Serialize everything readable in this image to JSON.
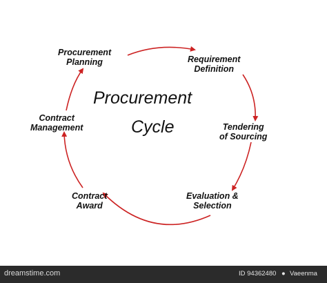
{
  "diagram": {
    "title_line1": "Procurement",
    "title_line2": "Cycle",
    "arrow_color": "#cc2222",
    "steps": [
      {
        "line1": "Procurement",
        "line2": "Planning"
      },
      {
        "line1": "Requirement",
        "line2": "Definition"
      },
      {
        "line1": "Tendering",
        "line2": "of Sourcing"
      },
      {
        "line1": "Evaluation &",
        "line2": "Selection"
      },
      {
        "line1": "Contract",
        "line2": "Award"
      },
      {
        "line1": "Contract",
        "line2": "Management"
      }
    ]
  },
  "footer": {
    "logo": "dreamstime.com",
    "id_text": "ID 94362480",
    "author": "Vaeenma"
  }
}
